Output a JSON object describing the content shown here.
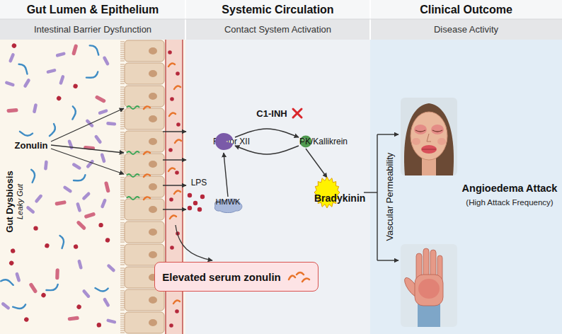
{
  "diagram": {
    "nodes": [
      {
        "text": [
          "Gut Lumen & Epithelium",
          "Intestinal Barrier Dysfunction"
        ]
      },
      {
        "text": [
          "Systemic Circulation",
          "Contact System Activation"
        ]
      },
      {
        "text": [
          "Clinical Outcome",
          "Disease Activity"
        ]
      },
      {
        "text": [
          "Factor XII"
        ],
        "in": 1
      },
      {
        "text": [
          "PK/Kallikrein"
        ],
        "in": 1
      },
      {
        "text": [
          "HMWK"
        ],
        "in": 1
      },
      {
        "text": [
          "Bradykinin"
        ],
        "in": 1
      },
      {
        "text": [
          "Elevated serum zonulin"
        ]
      }
    ],
    "edges": [
      {
        "from": 5,
        "to": 3,
        "arrow": "to"
      },
      {
        "from": 3,
        "to": 4,
        "arrow": "to"
      },
      {
        "from": 4,
        "to": 3,
        "arrow": "to"
      },
      {
        "from": 4,
        "to": 6,
        "arrow": "to"
      }
    ],
    "labels": [
      "Zonulin",
      "Gut Dysbiosis",
      "Leaky Gut",
      "LPS",
      "C1-INH",
      "Vascular Permeability",
      "Angioedema Attack",
      "(High Attack Frequency)"
    ]
  }
}
